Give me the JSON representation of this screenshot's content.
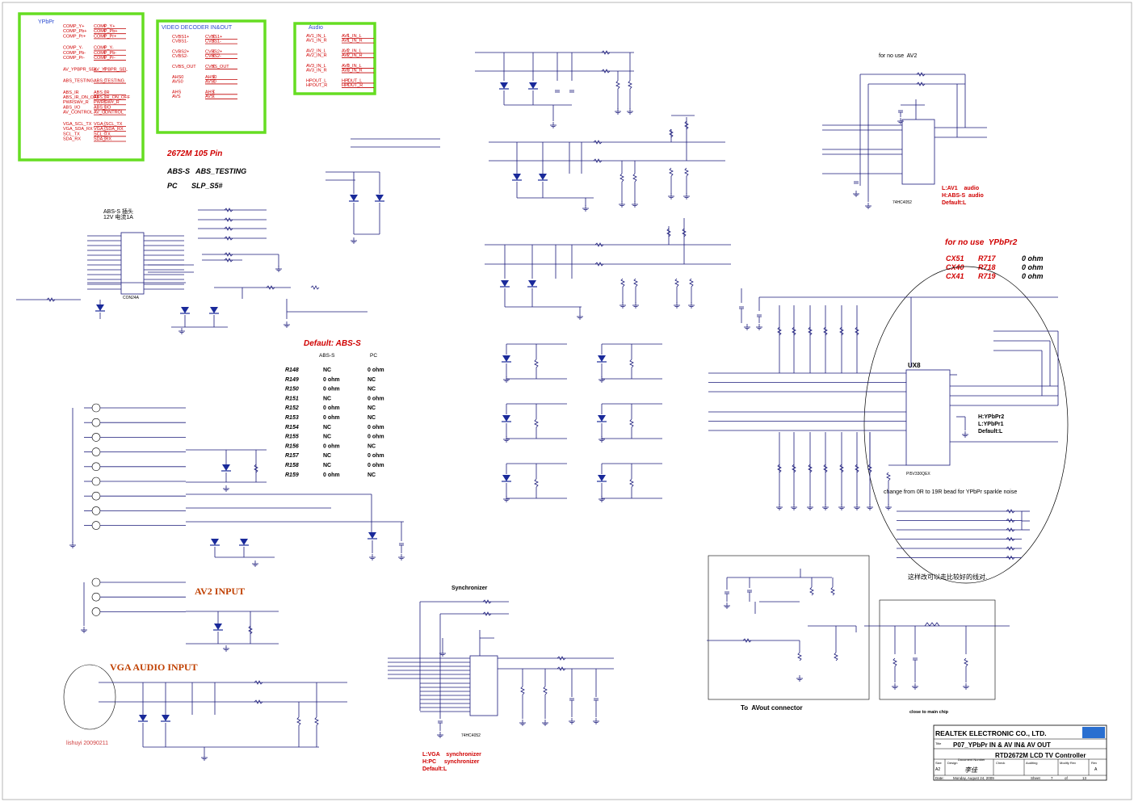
{
  "blocks": {
    "ypbpr": {
      "title": "YPbPr",
      "left_labels": [
        "COMP_Y+",
        "COMP_Pb+",
        "COMP_Pr+",
        "COMP_Y-",
        "COMP_Pb-",
        "COMP_Pr-",
        "AV_YPBPR_SEL",
        "ABS_TESTING",
        "ABS_IR",
        "ABS_IR_ON_OFF",
        "PWRSW#_R",
        "ABS_I/O",
        "AV_CONTROL",
        "VGA_SCL_TX",
        "VGA_SDA_RX",
        "SCL_TX",
        "SDA_RX"
      ],
      "right_labels": [
        "COMP_Y+",
        "COMP_Pb+",
        "COMP_Pr+",
        "COMP_Y-",
        "COMP_Pb-",
        "COMP_Pr-",
        "AV_YPBPR_SEL",
        "ABS_TESTING",
        "ABS_IR",
        "ABS_IR_ON_OFF",
        "PWRSW#_R",
        "ABS_I/O",
        "AV_CONTROL",
        "VGA_SCL_TX",
        "VGA_SDA_RX",
        "SCL_TX",
        "SDA_RX"
      ]
    },
    "video": {
      "title": "VIDEO DECODER IN&OUT",
      "left_labels": [
        "CVBS1+",
        "CVBS1-",
        "CVBS2+",
        "CVBS2-",
        "CVBS_OUT",
        "AHS0",
        "AVS0",
        "AHS",
        "AVS"
      ],
      "right_labels": [
        "CVBS1+",
        "CVBS1-",
        "CVBS2+",
        "CVBS2-",
        "CVBS_OUT",
        "AHS0",
        "AVS0",
        "AHS",
        "AVS"
      ]
    },
    "audio": {
      "title": "Audio",
      "left_labels": [
        "AV1_IN_L",
        "AV1_IN_R",
        "AV2_IN_L",
        "AV2_IN_R",
        "AV3_IN_L",
        "AV3_IN_R",
        "HPOUT_L",
        "HPOUT_R"
      ],
      "right_labels": [
        "AV1_IN_L",
        "AV1_IN_R",
        "AV2_IN_L",
        "AV2_IN_R",
        "AV3_IN_L",
        "AV3_IN_R",
        "HPOUT_L",
        "HPOUT_R"
      ]
    }
  },
  "notes": {
    "pin_title": "2672M 105 Pin",
    "abs_line": "ABS-S   ABS_TESTING",
    "pc_line": "PC       SLP_S5#",
    "connector_title": "ABS-S 插头",
    "connector_sub": "12V 电流1A",
    "connector_name": "CON24A",
    "default_title": "Default:  ABS-S",
    "default_headers": [
      "ABS-S",
      "PC"
    ],
    "default_rows": [
      [
        "R148",
        "NC",
        "0 ohm"
      ],
      [
        "R149",
        "0 ohm",
        "NC"
      ],
      [
        "R150",
        "0 ohm",
        "NC"
      ],
      [
        "R151",
        "NC",
        "0 ohm"
      ],
      [
        "R152",
        "0 ohm",
        "NC"
      ],
      [
        "R153",
        "0 ohm",
        "NC"
      ],
      [
        "R154",
        "NC",
        "0 ohm"
      ],
      [
        "R155",
        "NC",
        "0 ohm"
      ],
      [
        "R156",
        "0 ohm",
        "NC"
      ],
      [
        "R157",
        "NC",
        "0 ohm"
      ],
      [
        "R158",
        "NC",
        "0 ohm"
      ],
      [
        "R159",
        "0 ohm",
        "NC"
      ]
    ],
    "av2_input": "AV2 INPUT",
    "vga_audio_input": "VGA AUDIO INPUT",
    "signature": "lishuyi 20090211",
    "synchronizer": "Synchronizer",
    "sync_notes": [
      "L:VGA    synchronizer",
      "H:PC     synchronizer",
      "Default:L"
    ],
    "for_no_use_av2": "for no use  AV2",
    "av1_notes": [
      "L:AV1    audio",
      "H:ABS-S  audio",
      "Default:L"
    ],
    "ypbpr2_title": "for no use  YPbPr2",
    "ypbpr2_rows": [
      [
        "CX51",
        "R717",
        "0 ohm"
      ],
      [
        "CX40",
        "R718",
        "0 ohm"
      ],
      [
        "CX41",
        "R719",
        "0 ohm"
      ]
    ],
    "ux8_notes": [
      "H:YPbPr2",
      "L:YPbPr1",
      "Default:L"
    ],
    "change_note": "change from 0R to 19R bead for YPbPr sparkle noise",
    "chinese_note": "这样改可以走比较好的线对.",
    "avout": "To  AVout connector",
    "close_main": "close to main chip",
    "ux8_name": "UX8",
    "ux8_part": "PI5V330QEX",
    "u24_part": "74HC4052",
    "u23_part": "74HC4052"
  },
  "title_block": {
    "company": "REALTEK ELECTRONIC CO., LTD.",
    "title_label": "Title",
    "title": "P07_YPbPr IN & AV IN& AV OUT",
    "doc_label": "Document Number",
    "doc": "RTD2672M LCD TV Controller",
    "size_label": "Size",
    "size": "A2",
    "design_label": "Design",
    "design": "李佳",
    "check_label": "Check",
    "auditing_label": "Auditing",
    "modify_label": "Modify Rev",
    "rev_label": "Rev",
    "rev": "A",
    "date_label": "Date:",
    "date": "Monday, August 24, 2009",
    "sheet_label": "Sheet",
    "sheet": "7",
    "of": "of",
    "total": "13"
  },
  "colors": {
    "wire": "#1a1a7a",
    "net_label": "#d00000",
    "highlight_box": "#66dd22",
    "text": "#000000"
  }
}
